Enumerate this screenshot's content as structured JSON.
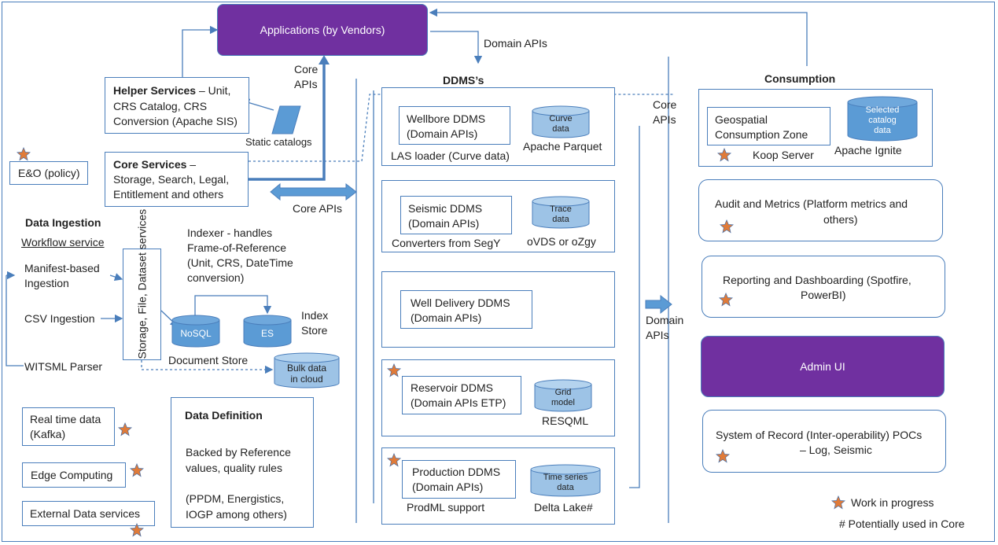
{
  "applications": "Applications (by Vendors)",
  "domain_apis_top": "Domain APIs",
  "core_apis_top": [
    "Core",
    "APIs"
  ],
  "helper_services": {
    "bold": "Helper Services",
    "rest_lines": [
      " – Unit,",
      "CRS Catalog, CRS",
      "Conversion (Apache SIS)"
    ]
  },
  "static_catalogs": "Static catalogs",
  "eo_policy": "E&O (policy)",
  "core_services": {
    "bold": "Core Services",
    "rest_lines": [
      " –",
      "Storage, Search, Legal,",
      "Entitlement and others"
    ]
  },
  "core_apis_mid": "Core APIs",
  "data_ingestion": {
    "title": "Data Ingestion",
    "workflow": "Workflow service",
    "manifest": [
      "Manifest-based",
      "Ingestion"
    ],
    "csv": "CSV Ingestion",
    "witsml": "WITSML Parser",
    "storage": "Storage, File, Dataset services",
    "indexer": [
      "Indexer - handles",
      "Frame-of-Reference",
      "(Unit, CRS, DateTime",
      "conversion)"
    ],
    "nosql": "NoSQL",
    "es": "ES",
    "index_store": [
      "Index",
      "Store"
    ],
    "document_store": "Document Store",
    "bulk": [
      "Bulk data",
      "in cloud"
    ]
  },
  "real_time": [
    "Real time data",
    "(Kafka)"
  ],
  "edge": "Edge Computing",
  "external": "External Data services",
  "data_definition": {
    "title": "Data Definition",
    "line1": [
      "Backed by Reference",
      "values, quality rules"
    ],
    "line2": [
      "(PPDM, Energistics,",
      "IOGP among others)"
    ]
  },
  "ddms_title": "DDMS’s",
  "wellbore": {
    "name": [
      "Wellbore DDMS",
      "(Domain APIs)"
    ],
    "loader": "LAS loader (Curve data)",
    "store": [
      "Curve",
      "data"
    ],
    "tech": "Apache Parquet"
  },
  "seismic": {
    "name": [
      "Seismic DDMS",
      "(Domain APIs)"
    ],
    "loader": "Converters from SegY",
    "store": [
      "Trace",
      "data"
    ],
    "tech": "oVDS or oZgy"
  },
  "well_delivery": {
    "name": [
      "Well Delivery DDMS",
      "(Domain APIs)"
    ]
  },
  "reservoir": {
    "name": [
      "Reservoir DDMS",
      "(Domain APIs ETP)"
    ],
    "store": [
      "Grid",
      "model"
    ],
    "tech": "RESQML"
  },
  "production": {
    "name": [
      "Production DDMS",
      "(Domain APIs)"
    ],
    "loader": "ProdML support",
    "store": [
      "Time series",
      "data"
    ],
    "tech": "Delta Lake#"
  },
  "core_apis_right": [
    "Core",
    "APIs"
  ],
  "domain_apis_right": [
    "Domain",
    "APIs"
  ],
  "consumption": {
    "title": "Consumption",
    "geospatial": [
      "Geospatial",
      "Consumption Zone"
    ],
    "koop": "Koop Server",
    "catalog": [
      "Selected",
      "catalog",
      "data"
    ],
    "ignite": "Apache Ignite"
  },
  "audit": [
    "Audit and Metrics (Platform metrics and",
    "others)"
  ],
  "reporting": [
    "Reporting and Dashboarding (Spotfire,",
    "PowerBI)"
  ],
  "admin_ui": "Admin UI",
  "sor": [
    "System of Record (Inter-operability) POCs",
    "– Log, Seismic"
  ],
  "legend": {
    "wip": "Work in progress",
    "core": "# Potentially used in Core"
  },
  "colors": {
    "border": "#4a7ebb",
    "purple": "#7030a0",
    "cylinder": "#9dc3e6",
    "cylinder_dark": "#5b9bd5",
    "star": "#e07b39",
    "star_stroke": "#4a6fa5"
  }
}
